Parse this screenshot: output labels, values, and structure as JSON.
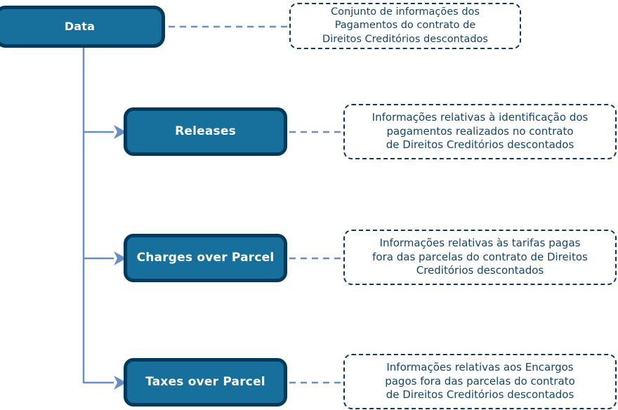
{
  "diagram": {
    "type": "tree",
    "title_node": {
      "label": "Data",
      "description": "Conjunto de informações dos\nPagamentos do contrato de\nDireitos Creditórios descontados"
    },
    "children": [
      {
        "label": "Releases",
        "description": "Informações relativas à identificação dos\npagamentos realizados no contrato\nde Direitos Creditórios descontados"
      },
      {
        "label": "Charges over Parcel",
        "description": "Informações relativas às tarifas pagas\nfora das parcelas do contrato de Direitos\nCreditórios descontados"
      },
      {
        "label": "Taxes over Parcel",
        "description": "Informações relativas aos Encargos\npagos fora das parcelas do contrato\nde Direitos Creditórios descontados"
      }
    ],
    "colors": {
      "node_fill": "#176f9c",
      "node_border": "#00395e",
      "node_text": "#ffffff",
      "desc_border": "#0d3a5c",
      "desc_text": "#14456b",
      "connector": "#6a8ec0",
      "dashed_connector": "#6a8ec0",
      "background": "#ffffff"
    }
  }
}
